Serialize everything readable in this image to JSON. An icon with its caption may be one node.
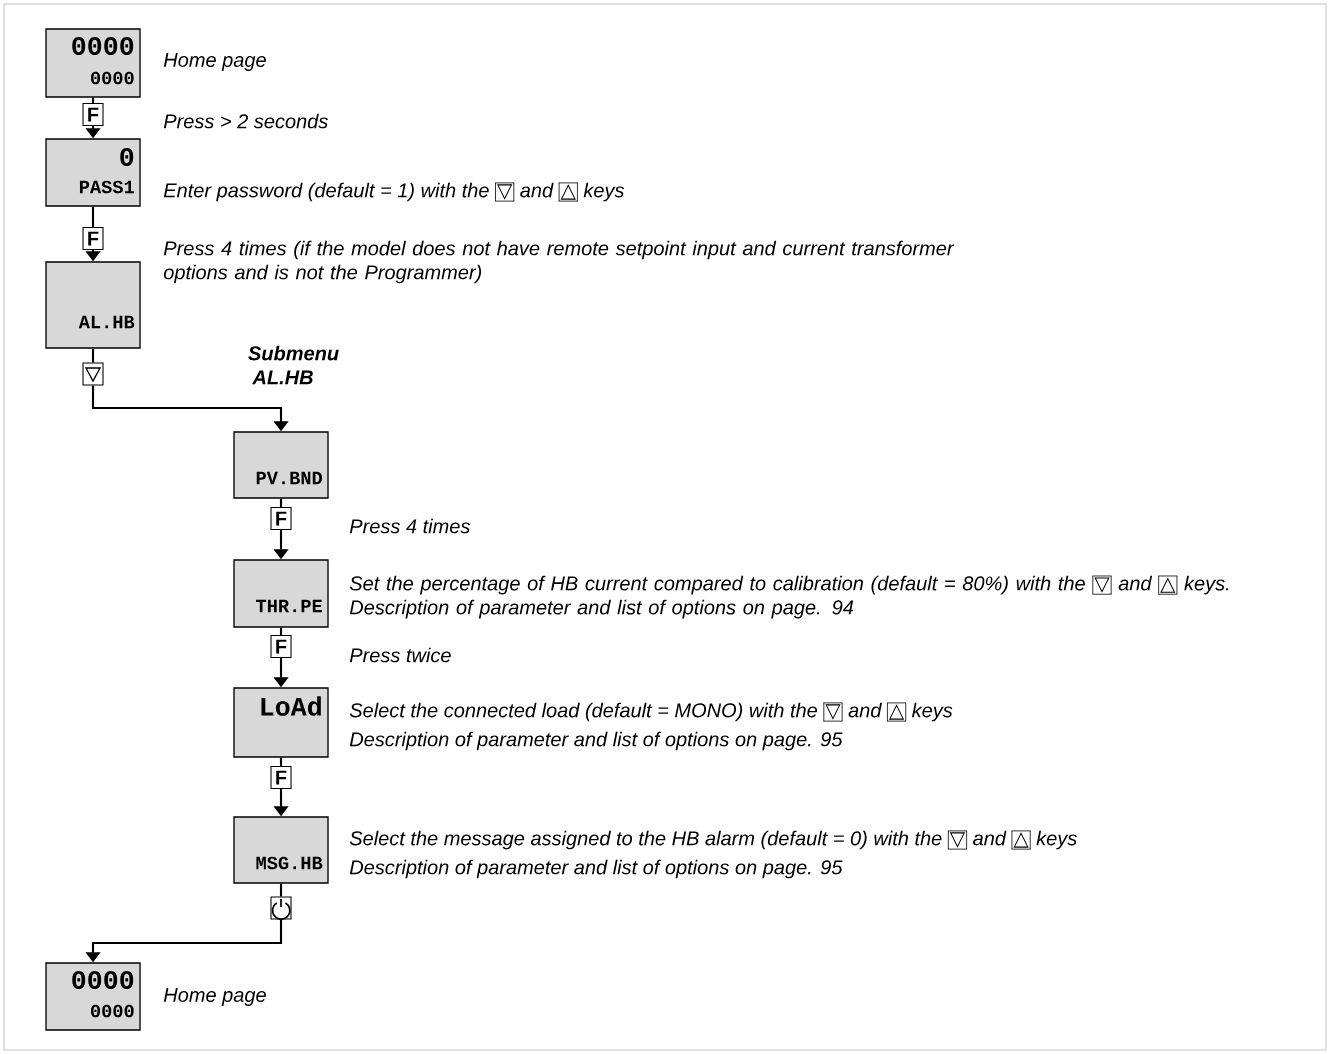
{
  "diagram": {
    "nodes": [
      {
        "text": [
          "0000",
          "0000"
        ],
        "beside": [
          "Home page"
        ]
      },
      {
        "text": [
          "F"
        ]
      },
      {
        "text": [
          "0",
          "PASS1"
        ],
        "beside": [
          "Enter password (default = 1) with the ▽ and △ keys"
        ]
      },
      {
        "text": [
          "F"
        ]
      },
      {
        "text": [
          "AL.HB"
        ]
      },
      {
        "text": [],
        "shape": "triangle"
      },
      {
        "text": [
          "PV.BND"
        ]
      },
      {
        "text": [
          "F"
        ]
      },
      {
        "text": [
          "THR.PE"
        ],
        "beside": [
          "Set the percentage of HB current compared to calibration (default = 80%) with the ▽ and △ keys. Description of parameter and list of options on page. 94"
        ]
      },
      {
        "text": [
          "F"
        ]
      },
      {
        "text": [
          "LoAd"
        ],
        "beside": [
          "Select the connected load (default = MONO) with the ▽ and △ keys",
          "Description of parameter and list of options on page. 95"
        ]
      },
      {
        "text": [
          "F"
        ]
      },
      {
        "text": [
          "MSG.HB"
        ],
        "beside": [
          "Select the message assigned to the HB alarm (default = 0) with the ▽ and △ keys",
          "Description of parameter and list of options on page. 95"
        ]
      },
      {
        "text": [],
        "shape": "power"
      },
      {
        "text": [
          "0000",
          "0000"
        ],
        "beside": [
          "Home page"
        ]
      }
    ],
    "edges": [
      {
        "from": 0,
        "to": 1,
        "arrow": "none"
      },
      {
        "from": 1,
        "to": 2,
        "arrow": "to"
      },
      {
        "from": 2,
        "to": 3,
        "arrow": "none"
      },
      {
        "from": 3,
        "to": 4,
        "arrow": "to"
      },
      {
        "from": 4,
        "to": 5,
        "arrow": "none"
      },
      {
        "from": 5,
        "to": 6,
        "arrow": "to"
      },
      {
        "from": 6,
        "to": 7,
        "arrow": "none"
      },
      {
        "from": 7,
        "to": 8,
        "arrow": "to"
      },
      {
        "from": 8,
        "to": 9,
        "arrow": "none"
      },
      {
        "from": 9,
        "to": 10,
        "arrow": "to"
      },
      {
        "from": 10,
        "to": 11,
        "arrow": "none"
      },
      {
        "from": 11,
        "to": 12,
        "arrow": "to"
      },
      {
        "from": 12,
        "to": 13,
        "arrow": "none"
      },
      {
        "from": 13,
        "to": 14,
        "arrow": "to"
      }
    ],
    "labels": [
      "Press > 2 seconds",
      "Press 4 times (if the model does not have remote setpoint input and current transformer options and is not the Programmer)",
      "Submenu AL.HB",
      "Press 4 times",
      "Press twice"
    ]
  }
}
